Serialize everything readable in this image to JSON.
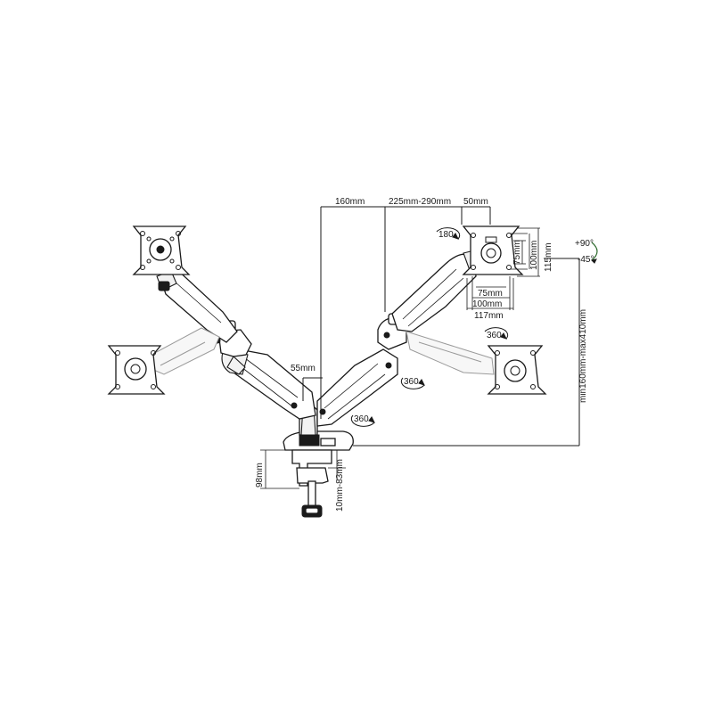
{
  "dimensions": {
    "width_160": "160mm",
    "reach_range": "225mm-290mm",
    "plate_50": "50mm",
    "center_55": "55mm",
    "vesa_75_h": "75mm",
    "vesa_100_h": "100mm",
    "vesa_115_h": "115mm",
    "vesa_75_w": "75mm",
    "vesa_100_w": "100mm",
    "vesa_117_w": "117mm",
    "height_range": "min160mm-max410mm",
    "clamp_98": "98mm",
    "desk_thickness": "10mm-83mm"
  },
  "rotations": {
    "r180": "180",
    "r360_top": "360",
    "r360_mid": "360",
    "r360_low": "360"
  },
  "tilt": {
    "up": "+90°",
    "down": "-45°"
  },
  "colors": {
    "line": "#1a1a1a",
    "tilt_accent": "#2e6b2e"
  }
}
